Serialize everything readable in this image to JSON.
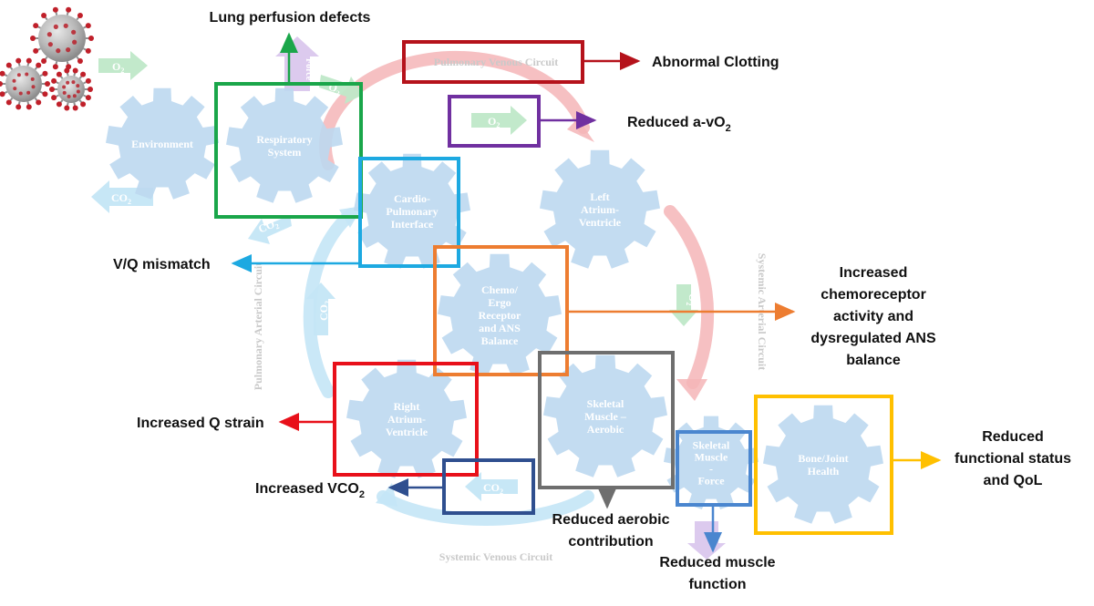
{
  "gears": {
    "environment": {
      "lines": [
        "Environment"
      ]
    },
    "respiratory": {
      "lines": [
        "Respiratory",
        "System"
      ]
    },
    "cardio_pulmonary": {
      "lines": [
        "Cardio-",
        "Pulmonary",
        "Interface"
      ]
    },
    "left_atrium": {
      "lines": [
        "Left",
        "Atrium-",
        "Ventricle"
      ]
    },
    "chemo": {
      "lines": [
        "Chemo/",
        "Ergo",
        "Receptor",
        "and ANS",
        "Balance"
      ]
    },
    "right_atrium": {
      "lines": [
        "Right",
        "Atrium-",
        "Ventricle"
      ]
    },
    "skeletal_aerobic": {
      "lines": [
        "Skeletal",
        "Muscle –",
        "Aerobic"
      ]
    },
    "skeletal_force": {
      "lines": [
        "Skeletal",
        "Muscle",
        "-",
        "Force"
      ]
    },
    "bone_joint": {
      "lines": [
        "Bone/Joint",
        "Health"
      ]
    }
  },
  "circuits": {
    "pulmonary_venous": "Pulmonary  Venous Circuit",
    "systemic_arterial": "Systemic Arterial Circuit",
    "pulmonary_arterial": "Pulmonary  Arterial Circuit",
    "systemic_venous": "Systemic Venous Circuit"
  },
  "gas": {
    "o2": "O",
    "co2": "CO",
    "sub": "2",
    "force": "Force"
  },
  "outcomes": {
    "lung_perfusion": {
      "lines": [
        "Lung perfusion  defects"
      ]
    },
    "abnormal_clotting": {
      "lines": [
        "Abnormal Clotting"
      ]
    },
    "reduced_avo2": {
      "main": "Reduced a-vO",
      "sub": "2"
    },
    "vq_mismatch": {
      "lines": [
        "V/Q mismatch"
      ]
    },
    "chemoreceptor": {
      "lines": [
        "Increased",
        "chemoreceptor",
        "activity and",
        "dysregulated ANS",
        "balance"
      ]
    },
    "q_strain": {
      "lines": [
        "Increased Q strain"
      ]
    },
    "vco2": {
      "main": "Increased VCO",
      "sub": "2"
    },
    "aerobic": {
      "lines": [
        "Reduced aerobic",
        "contribution"
      ]
    },
    "muscle": {
      "lines": [
        "Reduced muscle",
        "function"
      ]
    },
    "functional": {
      "lines": [
        "Reduced",
        "functional status",
        "and QoL"
      ]
    }
  },
  "colors": {
    "gear": "#bcd8f0",
    "green": "#1aa64a",
    "cyan": "#1da9e1",
    "dark_red": "#b5121b",
    "purple": "#7030a0",
    "orange": "#ed7d31",
    "red": "#e8101a",
    "navy": "#2f4f8f",
    "gray": "#6e6e6e",
    "blue": "#4a86cf",
    "gold": "#ffc000",
    "pink_arc": "#f5b5b7",
    "blue_arc": "#c4e6f6"
  }
}
